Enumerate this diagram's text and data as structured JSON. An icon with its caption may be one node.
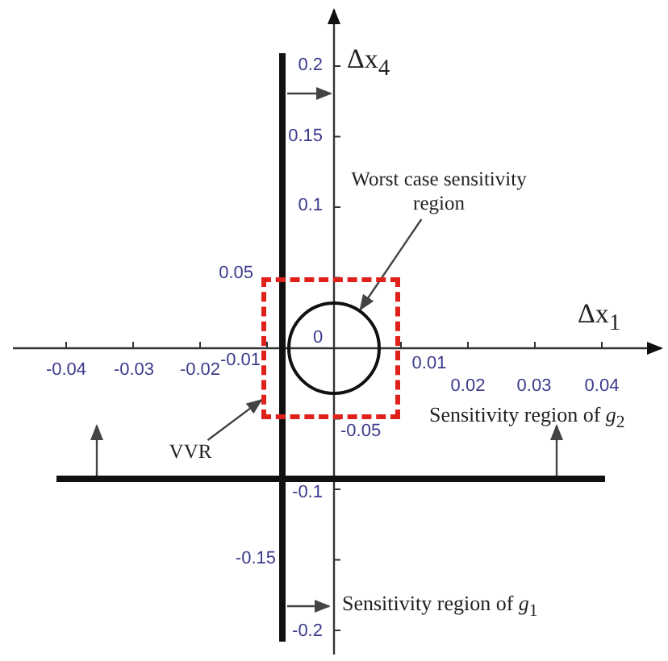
{
  "diagram": {
    "nodes": [
      {
        "text": [
          "Worst case sensitivity region"
        ]
      },
      {
        "text": [],
        "shape": "circle",
        "in": 3
      },
      {
        "text": [
          "VVR"
        ]
      },
      {
        "text": [],
        "shape": "box"
      }
    ],
    "edges": [
      {
        "from": 0,
        "to": 1,
        "arrow": "to"
      },
      {
        "from": 2,
        "to": 3,
        "arrow": "to"
      }
    ],
    "labels": [
      "Δx$_{4}$",
      "0.2",
      "0.15",
      "0.1",
      "0.05",
      "Δx$_{1}$",
      "0",
      "-0.04",
      "-0.03",
      "-0.02",
      "-0.01",
      "0.01",
      "0.02",
      "0.03",
      "0.04",
      "-0.05",
      "Sensitivity region of *g*$_{2}$",
      "-0.1",
      "-0.15",
      "Sensitivity region of *g*$_{1}$",
      "-0.2"
    ]
  }
}
